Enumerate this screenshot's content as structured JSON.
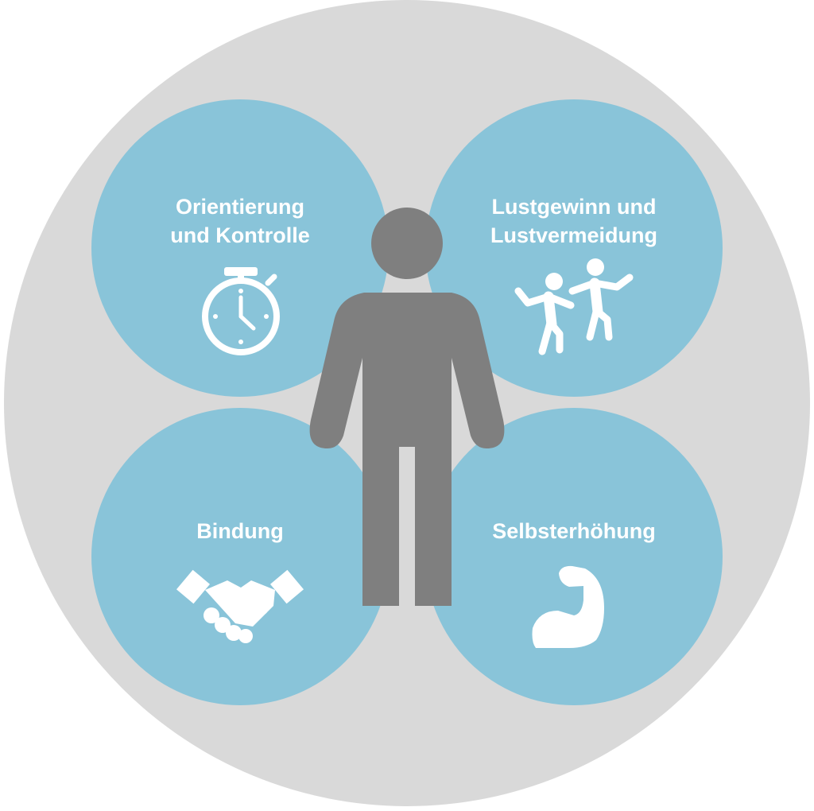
{
  "colors": {
    "outer_circle": "#d9d9d9",
    "need_circle": "#89c4d9",
    "person": "#7f7f7f",
    "icon": "#ffffff",
    "label": "#ffffff"
  },
  "center_figure": {
    "icon": "person-icon"
  },
  "needs": [
    {
      "id": "orientierung",
      "line1": "Orientierung",
      "line2": "und Kontrolle",
      "icon": "stopwatch-icon"
    },
    {
      "id": "lustgewinn",
      "line1": "Lustgewinn und",
      "line2": "Lustvermeidung",
      "icon": "dancing-people-icon"
    },
    {
      "id": "bindung",
      "line1": "Bindung",
      "line2": "",
      "icon": "handshake-icon"
    },
    {
      "id": "selbsterhoehung",
      "line1": "Selbsterhöhung",
      "line2": "",
      "icon": "flexed-biceps-icon"
    }
  ]
}
